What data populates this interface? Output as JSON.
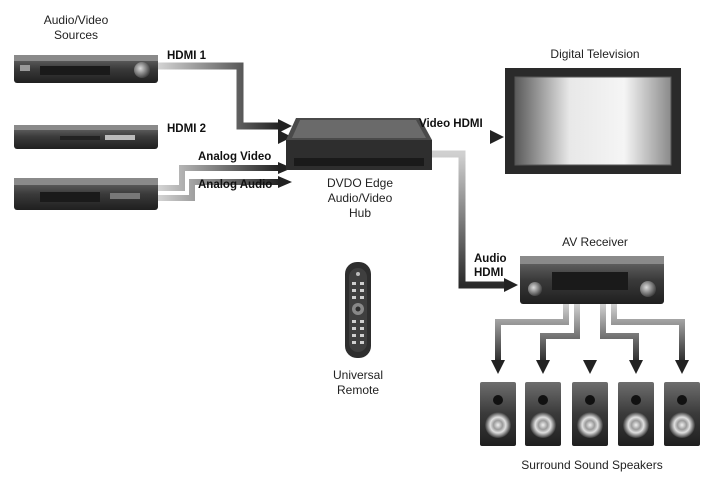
{
  "labels": {
    "sources_title": "Audio/Video\nSources",
    "hdmi1": "HDMI 1",
    "hdmi2": "HDMI 2",
    "analog_video": "Analog Video",
    "analog_audio": "Analog Audio",
    "video_hdmi": "Video HDMI",
    "hub": "DVDO Edge\nAudio/Video\nHub",
    "tv": "Digital Television",
    "receiver": "AV Receiver",
    "audio_hdmi": "Audio\nHDMI",
    "remote": "Universal\nRemote",
    "speakers": "Surround Sound Speakers"
  },
  "colors": {
    "device_dark": "#2b2b2b",
    "device_mid": "#5a5a5a",
    "arrow_dark": "#2a2a2a",
    "arrow_light": "#bdbdbd"
  }
}
